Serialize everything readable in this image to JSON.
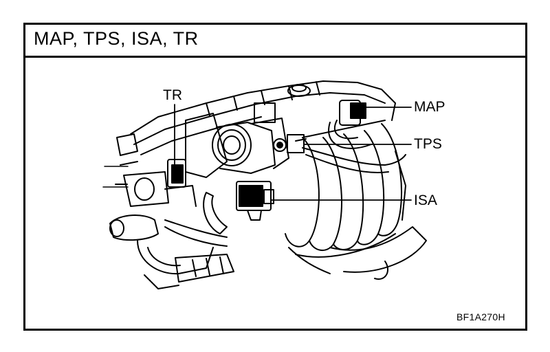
{
  "title": "MAP, TPS, ISA, TR",
  "callouts": {
    "tr": "TR",
    "map": "MAP",
    "tps": "TPS",
    "isa": "ISA"
  },
  "figure_code": "BF1A270H",
  "colors": {
    "ink": "#000000",
    "paper": "#ffffff"
  }
}
